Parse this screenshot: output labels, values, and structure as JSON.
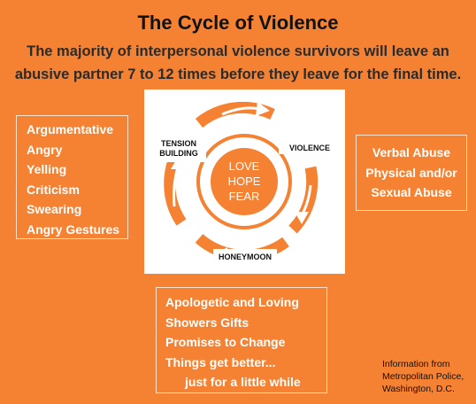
{
  "title": "The Cycle of Violence",
  "subtitle": {
    "line1": "The majority of interpersonal violence survivors will leave an",
    "line2": "abusive partner 7 to 12 times before they leave for the final time."
  },
  "left_box": [
    "Argumentative",
    "Angry",
    "Yelling",
    "Criticism",
    "Swearing",
    "Angry Gestures"
  ],
  "right_box": [
    "Verbal Abuse",
    "Physical and/or",
    "Sexual Abuse"
  ],
  "bottom_box": [
    "Apologetic and Loving",
    "Showers Gifts",
    "Promises to Change",
    "Things get better...",
    "just for a little while"
  ],
  "cycle": {
    "center": [
      "LOVE",
      "HOPE",
      "FEAR"
    ],
    "stage_tension": [
      "TENSION",
      "BUILDING"
    ],
    "stage_violence": "VIOLENCE",
    "stage_honeymoon": "HONEYMOON",
    "ring_color": "#f58233"
  },
  "credit": [
    "Information from",
    "Metropolitan Police,",
    "Washington, D.C."
  ]
}
